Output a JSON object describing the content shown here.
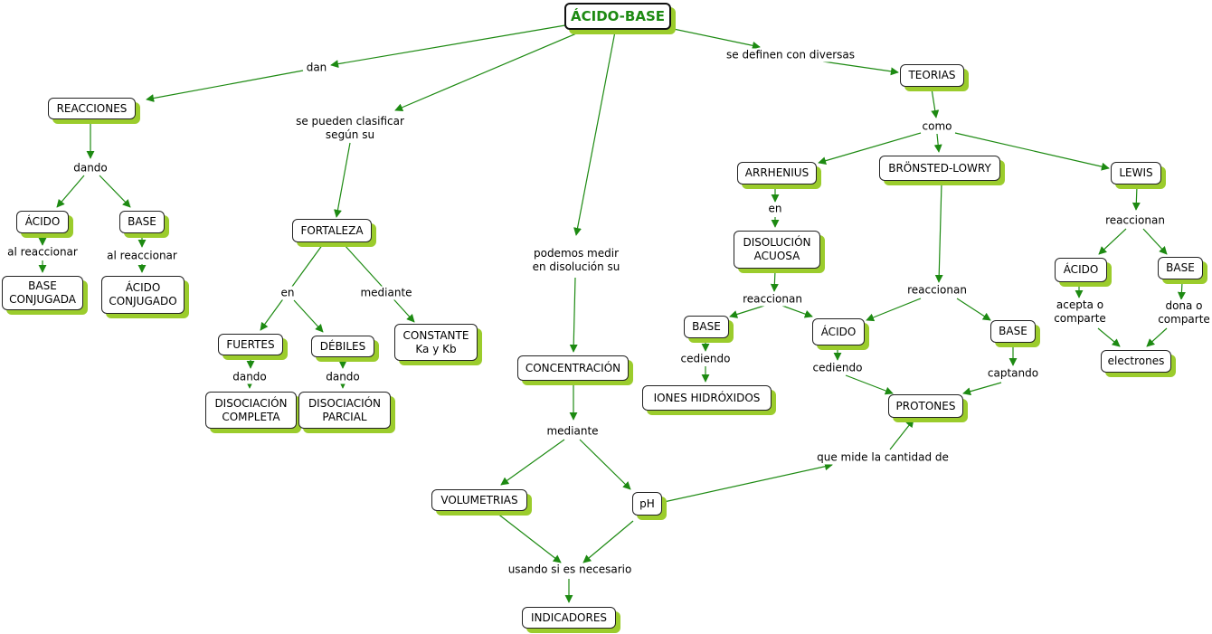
{
  "colors": {
    "edge": "#1d8a12",
    "shadow": "#9bcc2c",
    "root_text": "#1d8a12"
  },
  "nodes": {
    "acido_base": "ÁCIDO-BASE",
    "reacciones": "REACCIONES",
    "acido_l": "ÁCIDO",
    "base_l": "BASE",
    "base_conjugada": "BASE\nCONJUGADA",
    "acido_conjugado": "ÁCIDO\nCONJUGADO",
    "fortaleza": "FORTALEZA",
    "fuertes": "FUERTES",
    "debiles": "DÉBILES",
    "disociacion_completa": "DISOCIACIÓN\nCOMPLETA",
    "disociacion_parcial": "DISOCIACIÓN\nPARCIAL",
    "constante": "CONSTANTE\nKa y Kb",
    "concentracion": "CONCENTRACIÓN",
    "volumetrias": "VOLUMETRIAS",
    "ph": "pH",
    "indicadores": "INDICADORES",
    "teorias": "TEORIAS",
    "arrhenius": "ARRHENIUS",
    "bronsted": "BRÖNSTED-LOWRY",
    "lewis": "LEWIS",
    "disolucion_acuosa": "DISOLUCIÓN\nACUOSA",
    "base_arr": "BASE",
    "iones": "IONES HIDRÓXIDOS",
    "acido_br": "ÁCIDO",
    "base_br": "BASE",
    "protones": "PROTONES",
    "acido_lw": "ÁCIDO",
    "base_lw": "BASE",
    "electrones": "electrones"
  },
  "links": {
    "dan": "dan",
    "se_definen": "se definen con diversas",
    "se_pueden": "se pueden clasificar\nsegún su",
    "podemos_medir": "podemos medir\nen disolución su",
    "dando_l": "dando",
    "al_reaccionar_1": "al reaccionar",
    "al_reaccionar_2": "al reaccionar",
    "en_f": "en",
    "mediante_f": "mediante",
    "dando_fuertes": "dando",
    "dando_debiles": "dando",
    "mediante_c": "mediante",
    "usando": "usando si es necesario",
    "que_mide": "que mide la cantidad de",
    "como": "como",
    "en_arr": "en",
    "reaccionan_arr": "reaccionan",
    "cediendo_arr": "cediendo",
    "reaccionan_br": "reaccionan",
    "cediendo_br": "cediendo",
    "captando": "captando",
    "reaccionan_lw": "reaccionan",
    "acepta": "acepta o\ncomparte",
    "dona": "dona o\ncomparte"
  }
}
